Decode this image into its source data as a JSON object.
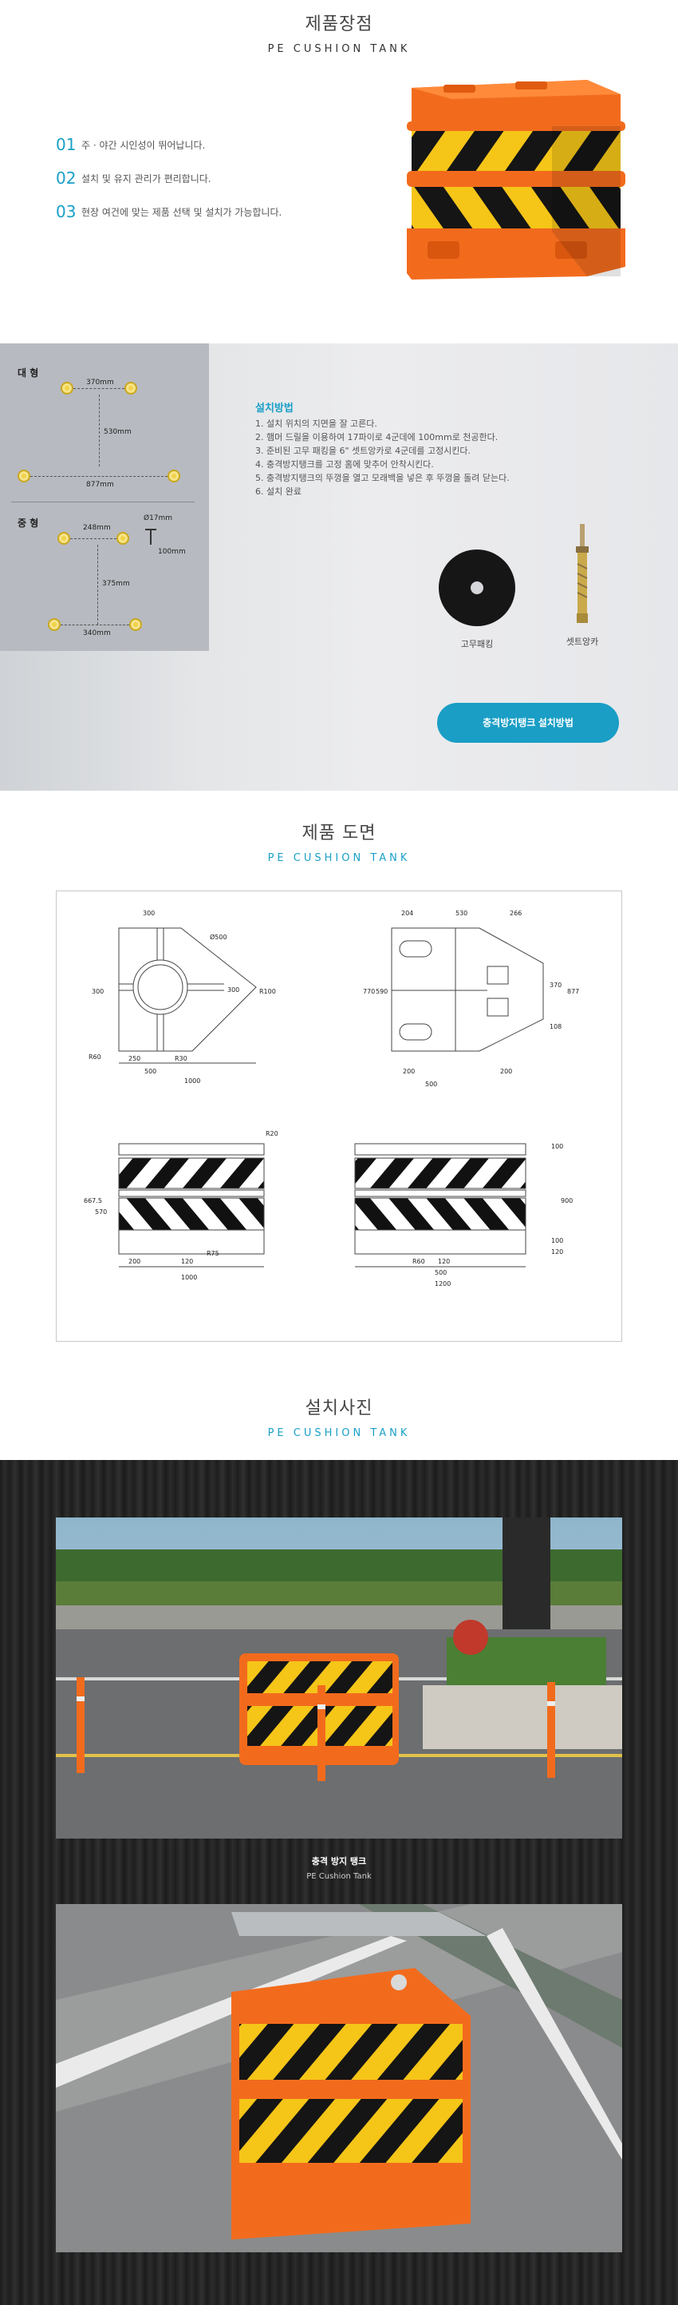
{
  "features": {
    "title_ko": "제품장점",
    "title_en": "PE CUSHION TANK",
    "items": [
      {
        "num": "01",
        "text": "주 · 야간 시인성이 뛰어납니다."
      },
      {
        "num": "02",
        "text": "설치 및 유지 관리가 편리합니다."
      },
      {
        "num": "03",
        "text": "현장 여건에 맞는 제품 선택 및 설치가 가능합니다."
      }
    ]
  },
  "install": {
    "spec_large": {
      "label": "대 형",
      "dims": [
        "370mm",
        "530mm",
        "877mm"
      ]
    },
    "spec_medium": {
      "label": "중 형",
      "dims": [
        "248mm",
        "Ø17mm",
        "100mm",
        "375mm",
        "340mm"
      ]
    },
    "method_title": "설치방법",
    "steps": [
      "1. 설치 위치의 지면을 잘 고른다.",
      "2. 햄머 드릴을 이용하여 17파이로 4군데에 100mm로 천공한다.",
      "3. 준비된 고무 패킹을 6\" 셋트앙카로 4군데를 고정시킨다.",
      "4. 충격방지탱크를 고정 홈에 맞추어 안착시킨다.",
      "5. 충격방지탱크의 뚜껑을 열고 모래백을 넣은 후 뚜껑을 돌려 닫는다.",
      "6. 설치 완료"
    ],
    "parts": [
      {
        "label": "고무패킹",
        "icon": "rubber-packing-icon"
      },
      {
        "label": "셋트앙카",
        "icon": "set-anchor-icon"
      }
    ],
    "cta_label": "충격방지탱크 설치방법"
  },
  "drawing": {
    "title_ko": "제품 도면",
    "title_en": "PE CUSHION TANK",
    "top_left": {
      "d1": "300",
      "d2": "Ø500",
      "d3": "300",
      "d4": "300",
      "d5": "R100",
      "d6": "R60",
      "d7": "250",
      "d8": "R30",
      "d9": "500",
      "d10": "1000"
    },
    "top_right": {
      "d1": "204",
      "d2": "530",
      "d3": "266",
      "d4": "770",
      "d5": "590",
      "d6": "370",
      "d7": "877",
      "d8": "108",
      "d9": "200",
      "d10": "200",
      "d11": "500"
    },
    "front_left": {
      "d1": "R20",
      "d2": "667.5",
      "d3": "570",
      "d4": "200",
      "d5": "120",
      "d6": "R75",
      "d7": "1000"
    },
    "front_right": {
      "d1": "100",
      "d2": "900",
      "d3": "100",
      "d4": "120",
      "d5": "R60",
      "d6": "120",
      "d7": "500",
      "d8": "1200"
    }
  },
  "photos": {
    "title_ko": "설치사진",
    "title_en": "PE CUSHION TANK",
    "caption_ko": "충격 방지 탱크",
    "caption_en": "PE Cushion Tank"
  },
  "colors": {
    "accent": "#1aa0c8",
    "tank_orange": "#f26b1d",
    "chevron_yellow": "#f5c518",
    "chevron_black": "#151515"
  }
}
